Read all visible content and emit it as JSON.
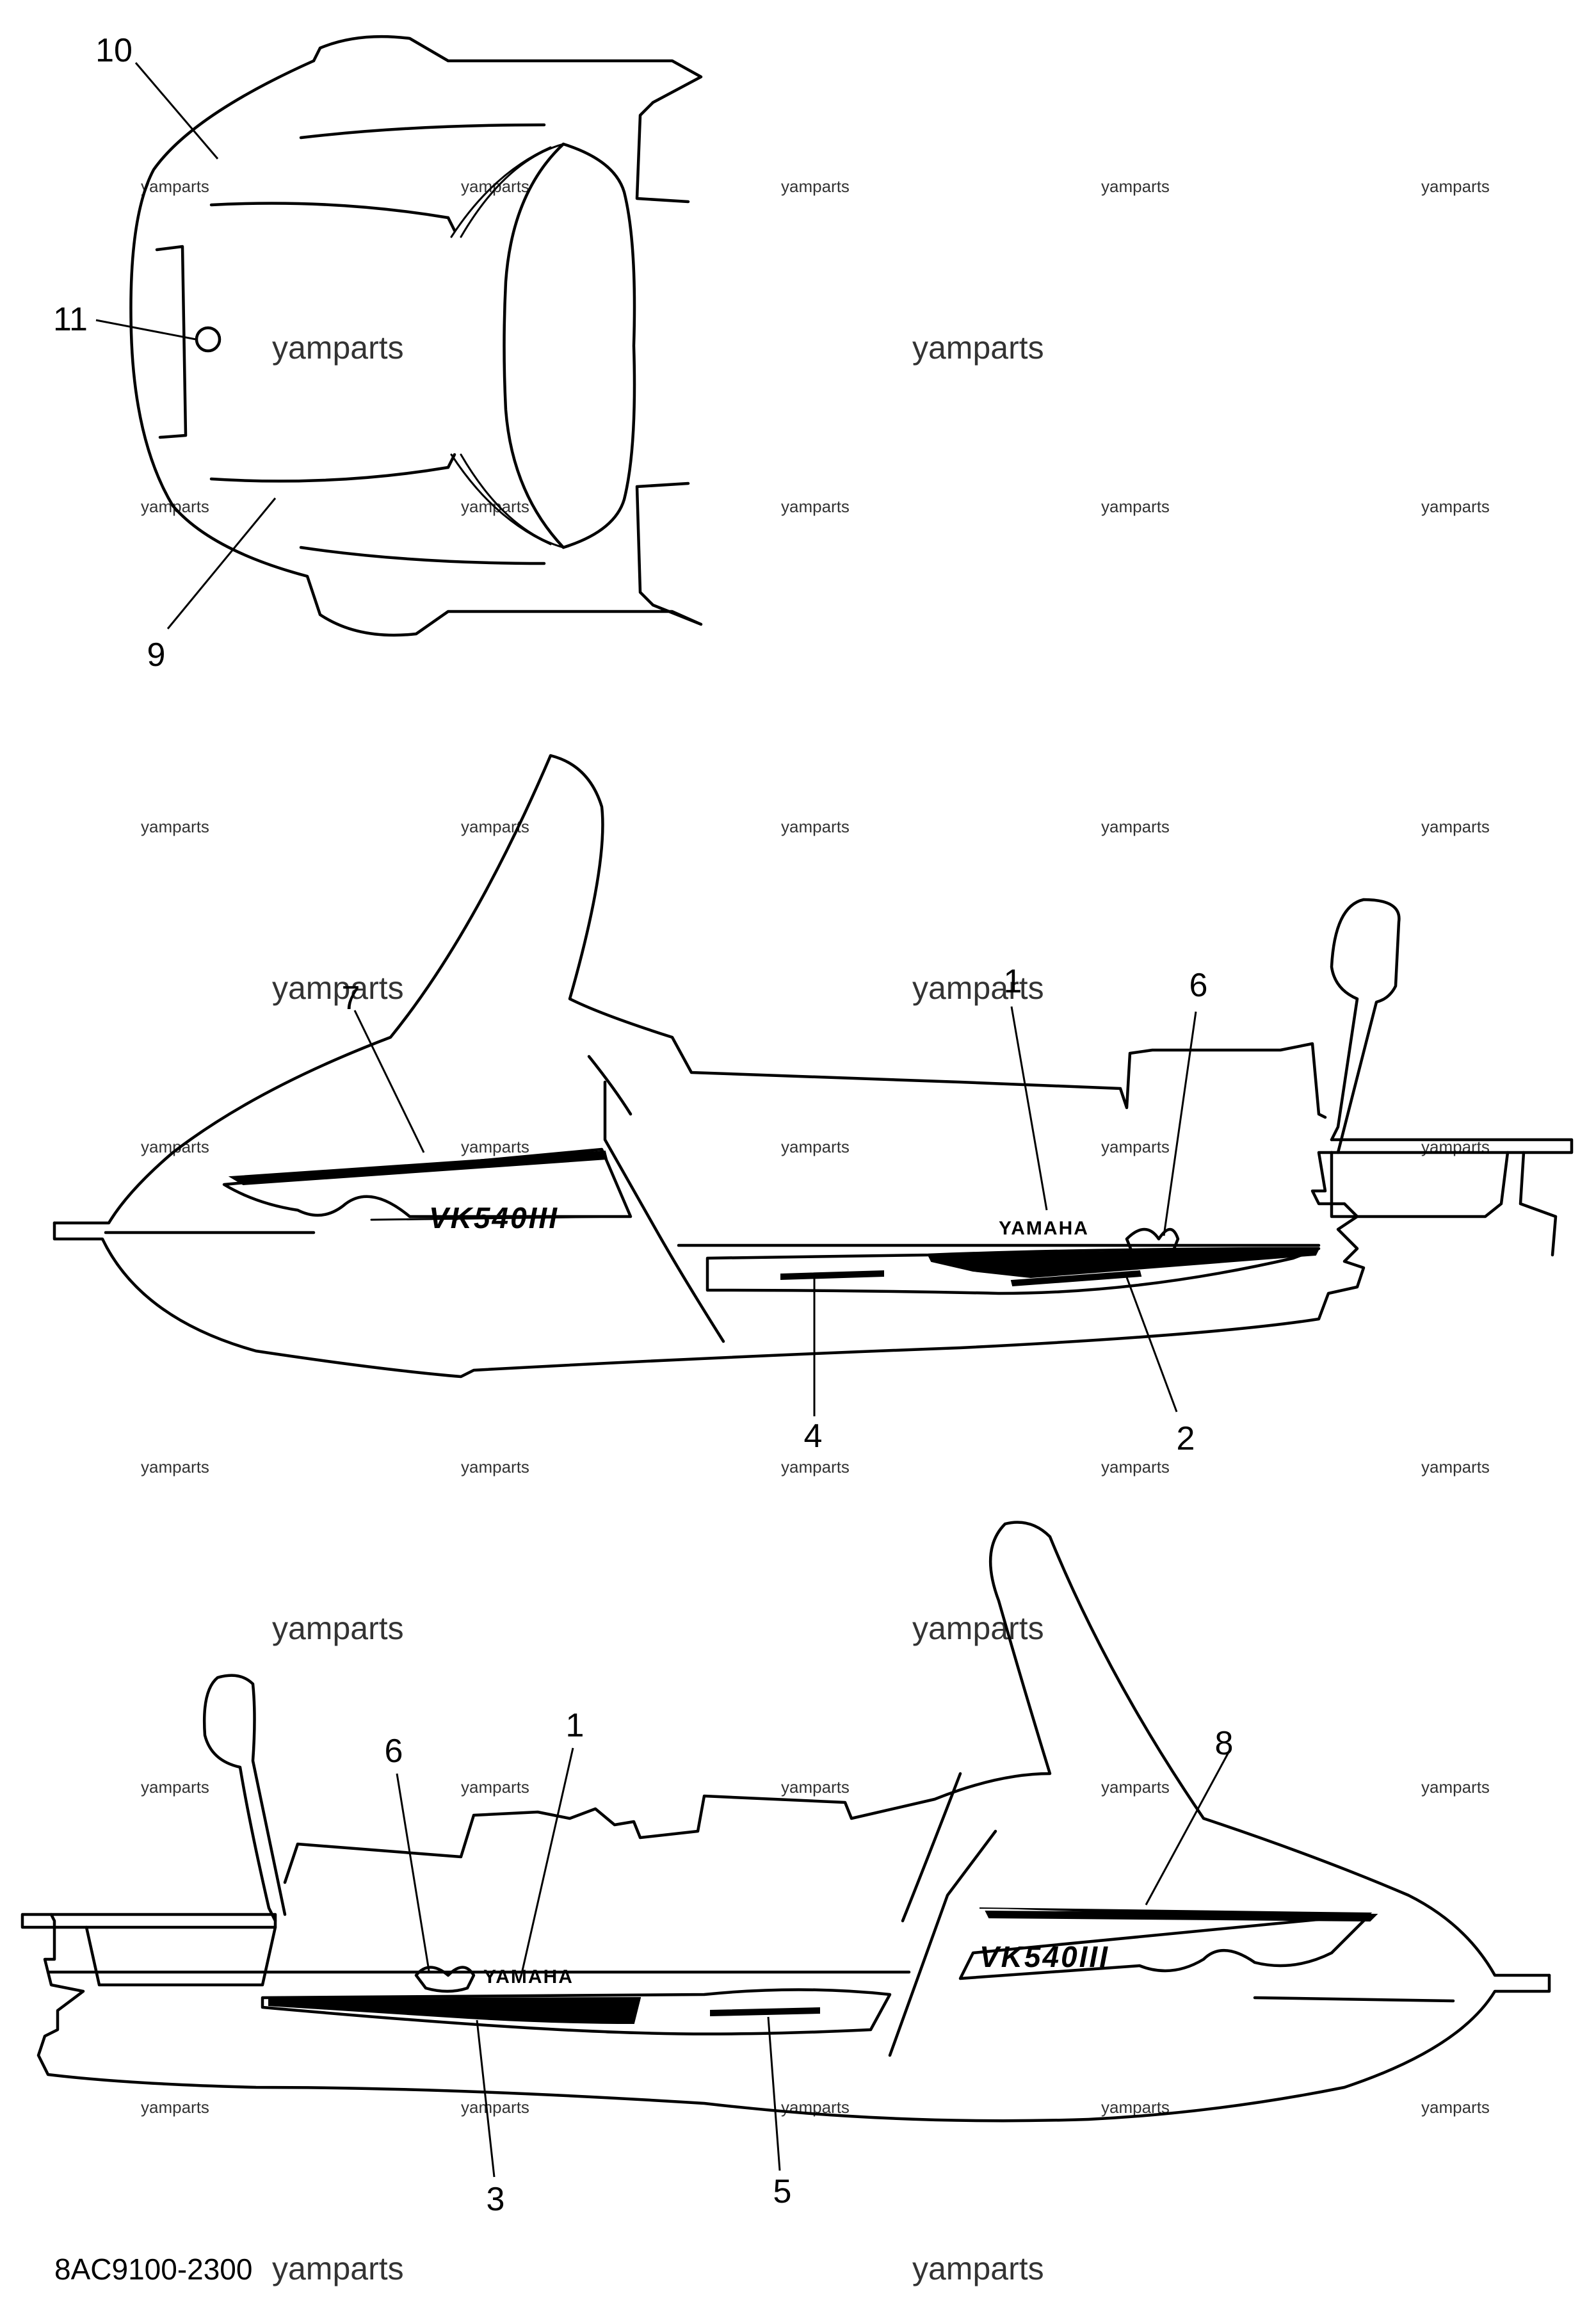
{
  "callouts": {
    "c10": "10",
    "c11": "11",
    "c9": "9",
    "c7": "7",
    "c1_top": "1",
    "c6_top": "6",
    "c4": "4",
    "c2": "2",
    "c6_bottom": "6",
    "c1_bottom": "1",
    "c8": "8",
    "c3": "3",
    "c5": "5"
  },
  "decals": {
    "brand": "YAMAHA",
    "model": "VK540III"
  },
  "drawing_code": "8AC9100-2300",
  "watermark": "yamparts"
}
